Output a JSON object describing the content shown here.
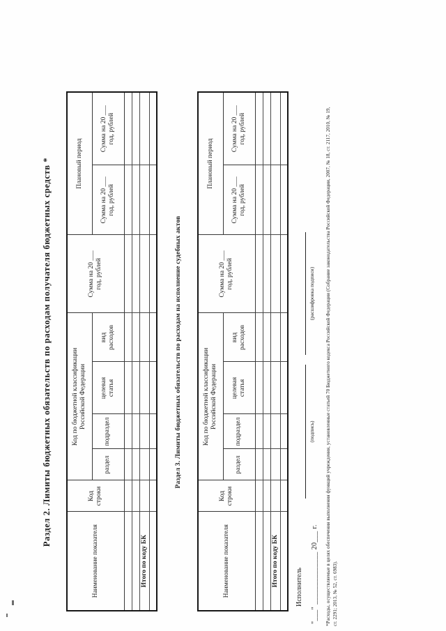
{
  "titles": {
    "section2": "Раздел 2. Лимиты бюджетных обязательств по расходам получателя бюджетных средств *",
    "section3": "Раздел 3. Лимиты бюджетных обязательств по расходам на исполнение судебных актов"
  },
  "table": {
    "headers": {
      "name": "Наименование показателя",
      "line_code": "Код\nстроки",
      "bk_group": "Код по бюджетной классификации\nРоссийской Федерации",
      "razdel": "раздел",
      "podrazdel": "подраздел",
      "target_article": "целевая\nстатья",
      "expense_type": "вид\nрасходов",
      "sum_year": "Сумма на 20 ___\nгод, рублей",
      "plan_period": "Плановый период",
      "sum_plan_first": "Сумма на 20 ___\nгод, рублей",
      "sum_plan_second": "Сумма на 20 ___\nгод, рублей"
    },
    "total_row_label": "Итого по коду БК"
  },
  "footer": {
    "executor_label": "Исполнитель",
    "signature_caption": "(подпись)",
    "signature_decode_caption": "(расшифровка подписи)",
    "date_line": "\"___\" ______________ 20___ г.",
    "footnote_line1": "*Расходы, осуществляемые в целях обеспечения выполнения функций учреждения, установленные статьей 70 Бюджетного кодекса Российской Федерации (Собрание законодательства Российской Федерации, 2007, № 18, ст. 2117, 2010, № 19,",
    "footnote_line2": "ст. 2291; 2013, № 52, ст. 6983)."
  }
}
